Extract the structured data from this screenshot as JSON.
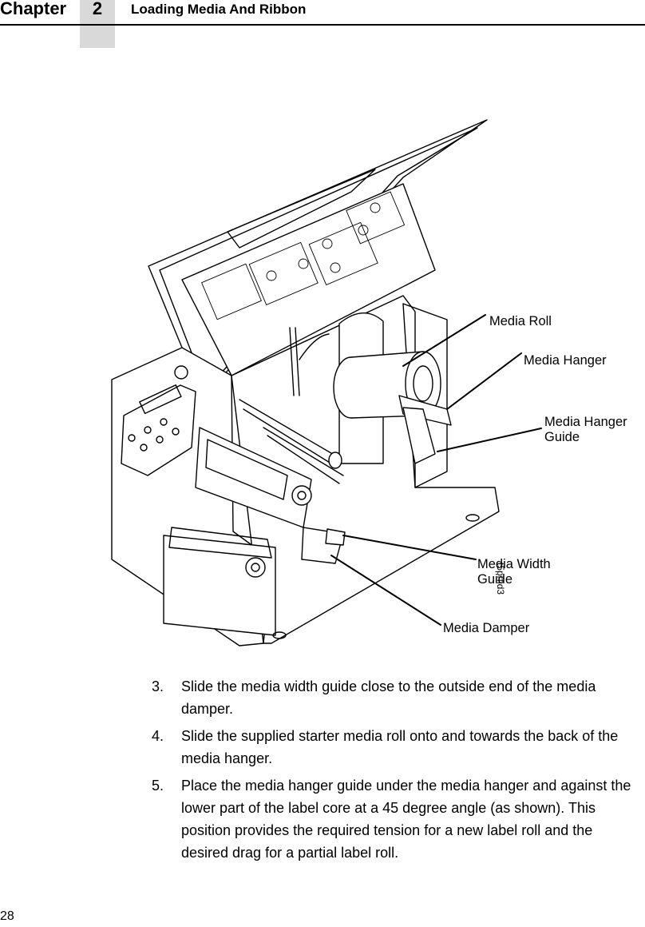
{
  "header": {
    "chapter_label": "Chapter",
    "chapter_number": "2",
    "title": "Loading Media And Ribbon"
  },
  "figure": {
    "callouts": {
      "media_roll": "Media Roll",
      "media_hanger": "Media Hanger",
      "media_hanger_guide": "Media Hanger\nGuide",
      "media_width_guide": "Media Width\nGuide",
      "media_damper": "Media Damper"
    },
    "figure_id": "t5prfid3"
  },
  "steps": [
    {
      "number": "3.",
      "text": "Slide the media width guide close to the outside end of the media damper."
    },
    {
      "number": "4.",
      "text": "Slide the supplied starter media roll onto and towards the back of the media hanger."
    },
    {
      "number": "5.",
      "text": "Place the media hanger guide under the media hanger and against the lower part of the label core at a 45 degree angle (as shown). This position provides the required tension for a new label roll and the desired drag for a partial label roll."
    }
  ],
  "page_number": "28"
}
